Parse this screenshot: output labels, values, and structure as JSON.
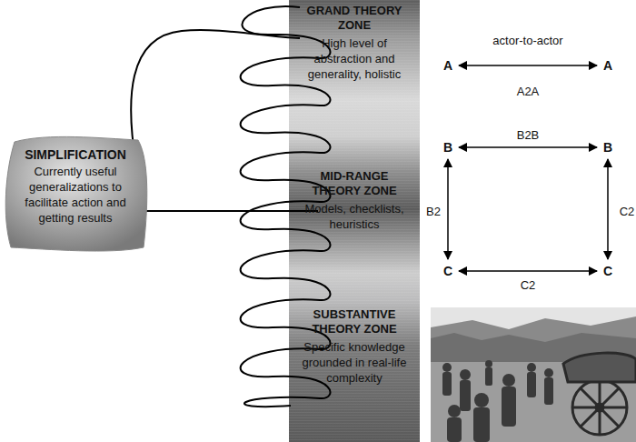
{
  "diagram": {
    "nodes": [
      {
        "text": [
          "GRAND THEORY ZONE",
          "High level of abstraction and generality, holistic"
        ]
      },
      {
        "text": [
          "SIMPLIFICATION",
          "Currently useful generalizations to facilitate action and getting results"
        ]
      },
      {
        "text": [
          "MID-RANGE THEORY ZONE",
          "Models, checklists, heuristics"
        ]
      },
      {
        "text": [
          "SUBSTANTIVE THEORY ZONE",
          "Specific knowledge grounded in real-life complexity"
        ]
      },
      {
        "text": [
          "A"
        ]
      },
      {
        "text": [
          "A"
        ]
      },
      {
        "text": [
          "B"
        ]
      },
      {
        "text": [
          "B"
        ]
      },
      {
        "text": [
          "C"
        ]
      },
      {
        "text": [
          "C"
        ]
      }
    ],
    "edges": [
      {
        "from": 4,
        "to": 5,
        "arrow": "both",
        "label": "A2A"
      },
      {
        "from": 6,
        "to": 7,
        "arrow": "both",
        "label": "B2B"
      },
      {
        "from": 6,
        "to": 8,
        "arrow": "both",
        "label": "B2"
      },
      {
        "from": 7,
        "to": 9,
        "arrow": "both",
        "label": "C2"
      },
      {
        "from": 8,
        "to": 9,
        "arrow": "both",
        "label": "C2"
      }
    ],
    "labels": [
      "actor-to-actor"
    ]
  }
}
